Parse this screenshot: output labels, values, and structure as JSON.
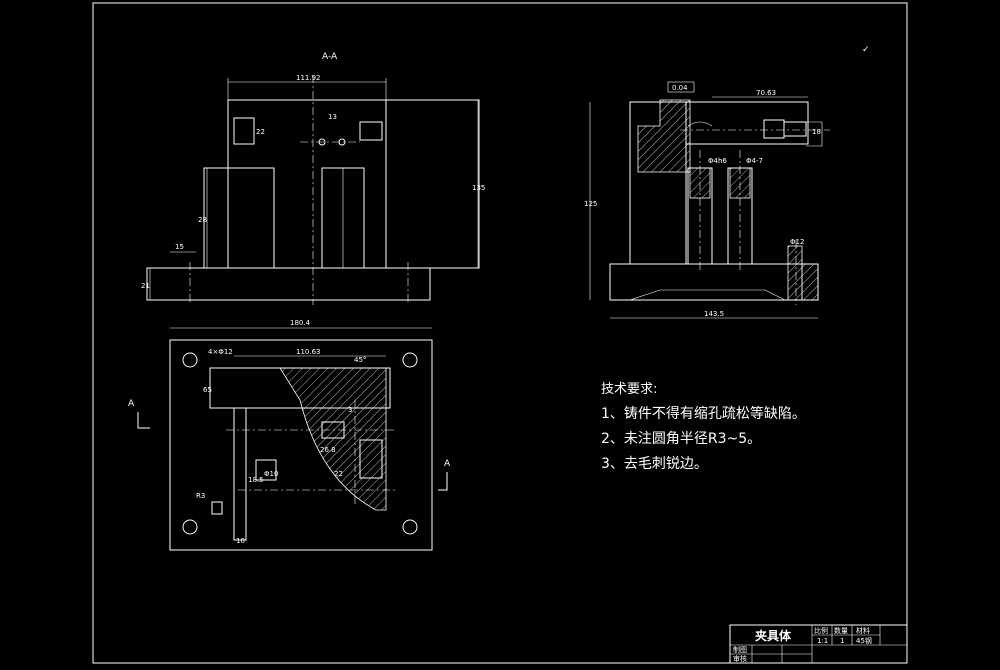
{
  "views": {
    "section_label": "A-A",
    "side_label": "A",
    "side_label_right": "A"
  },
  "dimensions": {
    "front": {
      "top_width": "111.92",
      "slot_w": "13",
      "pocket_h": "22",
      "tall_h": "135",
      "mid_h": "28",
      "left_off": "15",
      "base_h": "21"
    },
    "side": {
      "tol_box": "0.04",
      "top_len": "70.63",
      "right_h": "18",
      "fit_left": "Φ4h6",
      "fit_right": "Φ4-7",
      "total_h": "125",
      "bolt": "Φ12",
      "base_w": "143.5"
    },
    "plan": {
      "overall_w": "180.4",
      "hole_label": "4×Φ12",
      "inner_w": "110.63",
      "angle": "45°",
      "left_h": "65",
      "mid_a": "26.8",
      "mid_b": "3",
      "right_a": "22",
      "pin_h": "18.5",
      "pin_d": "Φ10",
      "bottom_w": "10",
      "small": "R3"
    }
  },
  "notes": {
    "title": "技术要求:",
    "items": [
      "1、铸件不得有缩孔疏松等缺陷。",
      "2、未注圆角半径R3~5。",
      "3、去毛刺锐边。"
    ]
  },
  "roughness_symbol": "✓",
  "title_block": {
    "name": "夹具体",
    "scale_label": "比例",
    "scale_value": "1:1",
    "qty_label": "数量",
    "qty_value": "1",
    "material_label": "材料",
    "material_value": "45钢",
    "drawn_label": "制图",
    "checked_label": "审核"
  }
}
